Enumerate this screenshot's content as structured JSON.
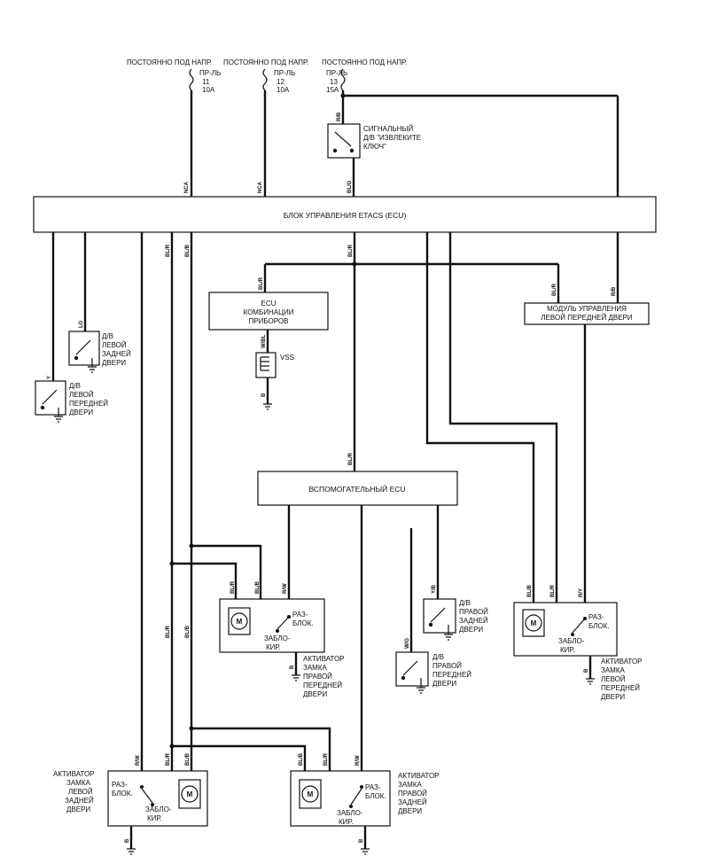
{
  "fuses": [
    {
      "caption": "ПОСТОЯННО ПОД НАПР.",
      "name": "ПР-ЛЬ",
      "number": "11",
      "rating": "10A",
      "wire": "NCA"
    },
    {
      "caption": "ПОСТОЯННО ПОД НАПР.",
      "name": "ПР-ЛЬ",
      "number": "12",
      "rating": "10A",
      "wire": "NCA"
    },
    {
      "caption": "ПОСТОЯННО ПОД НАПР.",
      "name": "ПР-ЛЬ",
      "number": "13",
      "rating": "15A"
    }
  ],
  "key_switch": {
    "label_lines": [
      "СИГНАЛЬНЫЙ",
      "Д/В \"ИЗВЛЕКИТЕ",
      "КЛЮЧ\""
    ],
    "wire_top": "R/B",
    "wire_bottom": "BL/G"
  },
  "etacs": {
    "title": "БЛОК УПРАВЛЕНИЯ ETACS (ECU)"
  },
  "combo_ecu": {
    "lines": [
      "ECU",
      "КОМБИНАЦИИ",
      "ПРИБОРОВ"
    ],
    "wire_in": "BL/R",
    "wire_out": "W/BL",
    "sensor": "VSS",
    "wire_ground": "B"
  },
  "left_rear_door_switch": {
    "lines": [
      "Д/В",
      "ЛЕВОЙ",
      "ЗАДНЕЙ",
      "ДВЕРИ"
    ],
    "wire": "LG"
  },
  "left_front_door_switch": {
    "lines": [
      "Д/В",
      "ЛЕВОЙ",
      "ПЕРЕДНЕЙ",
      "ДВЕРИ"
    ],
    "wire": "Y"
  },
  "door_module": {
    "lines": [
      "МОДУЛЬ УПРАВЛЕНИЯ",
      "ЛЕВОЙ ПЕРЕДНЕЙ ДВЕРИ"
    ],
    "wire_in": "BL/R",
    "wire_power": "R/B"
  },
  "aux_ecu": {
    "title": "ВСПОМОГАТЕЛЬНЫЙ ECU",
    "wire_in": "BL/R"
  },
  "right_rear_door_switch": {
    "lines": [
      "Д/В",
      "ПРАВОЙ",
      "ЗАДНЕЙ",
      "ДВЕРИ"
    ],
    "wire": "Y/B"
  },
  "right_front_door_switch": {
    "lines": [
      "Д/В",
      "ПРАВОЙ",
      "ПЕРЕДНЕЙ",
      "ДВЕРИ"
    ],
    "wire": "W/G"
  },
  "actuators": {
    "right_front": {
      "lines": [
        "АКТИВАТОР",
        "ЗАМКА",
        "ПРАВОЙ",
        "ПЕРЕДНЕЙ",
        "ДВЕРИ"
      ],
      "unlock": [
        "РАЗ-",
        "БЛОК."
      ],
      "lock": [
        "ЗАБЛО-",
        "КИР."
      ],
      "wires": [
        "BL/R",
        "BL/B",
        "R/W"
      ],
      "ground": "B"
    },
    "left_front": {
      "lines": [
        "АКТИВАТОР",
        "ЗАМКА",
        "ЛЕВОЙ",
        "ПЕРЕДНЕЙ",
        "ДВЕРИ"
      ],
      "unlock": [
        "РАЗ-",
        "БЛОК."
      ],
      "lock": [
        "ЗАБЛО-",
        "КИР."
      ],
      "wires": [
        "BL/B",
        "BL/R",
        "R/Y"
      ],
      "ground": "B"
    },
    "left_rear": {
      "lines": [
        "АКТИВАТОР",
        "ЗАМКА",
        "ЛЕВОЙ",
        "ЗАДНЕЙ",
        "ДВЕРИ"
      ],
      "unlock": [
        "РАЗ-",
        "БЛОК."
      ],
      "lock": [
        "ЗАБЛО-",
        "КИР."
      ],
      "wires": [
        "R/W",
        "BL/R",
        "BL/B"
      ],
      "ground": "B"
    },
    "right_rear": {
      "lines": [
        "АКТИВАТОР",
        "ЗАМКА",
        "ПРАВОЙ",
        "ЗАДНЕЙ",
        "ДВЕРИ"
      ],
      "unlock": [
        "РАЗ-",
        "БЛОК."
      ],
      "lock": [
        "ЗАБЛО-",
        "КИР."
      ],
      "wires": [
        "BL/B",
        "BL/R",
        "R/W"
      ],
      "ground": "B"
    }
  },
  "trunk_wires": {
    "bl_r": "BL/R",
    "bl_b": "BL/B"
  }
}
